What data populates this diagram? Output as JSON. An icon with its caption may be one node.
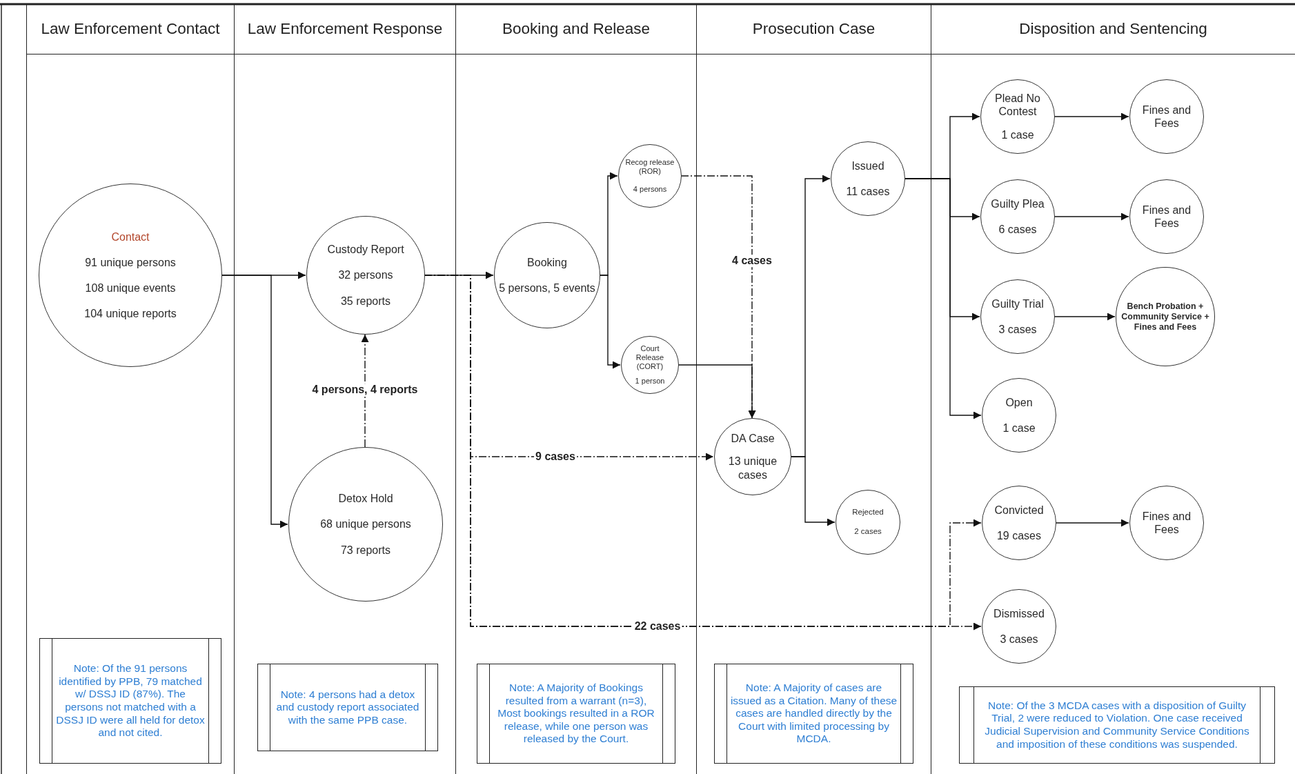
{
  "diagram": {
    "nodes": [
      {
        "text": [
          "Law Enforcement Contact"
        ]
      },
      {
        "text": [
          "Contact",
          "91 unique persons",
          "108 unique events",
          "104 unique reports"
        ],
        "in": 0
      },
      {
        "text": [
          "Note: Of the 91 persons identified by PPB, 79 matched w/ DSSJ ID (87%). The persons not matched with a DSSJ ID were all held for detox and not cited."
        ],
        "in": 0
      },
      {
        "text": [
          "Law Enforcement Response"
        ]
      },
      {
        "text": [
          "Custody Report",
          "32 persons",
          "35 reports"
        ],
        "in": 3
      },
      {
        "text": [
          "Detox Hold",
          "68 unique persons",
          "73 reports"
        ],
        "in": 3
      },
      {
        "text": [
          "Note: 4 persons had a detox and custody report associated with the same PPB case."
        ],
        "in": 3
      },
      {
        "text": [
          "Booking and Release"
        ]
      },
      {
        "text": [
          "Booking",
          "5 persons, 5 events"
        ],
        "in": 7
      },
      {
        "text": [
          "Recog release (ROR)",
          "4 persons"
        ],
        "in": 7
      },
      {
        "text": [
          "Court Release (CORT)",
          "1 person"
        ],
        "in": 7
      },
      {
        "text": [
          "Note: A Majority of Bookings resulted from a warrant (n=3), Most bookings resulted in a ROR release, while one person was released by the Court."
        ],
        "in": 7
      },
      {
        "text": [
          "Prosecution Case"
        ]
      },
      {
        "text": [
          "DA Case",
          "13 unique cases"
        ],
        "in": 12
      },
      {
        "text": [
          "Issued",
          "11 cases"
        ],
        "in": 12
      },
      {
        "text": [
          "Rejected",
          "2 cases"
        ],
        "in": 12
      },
      {
        "text": [
          "Note: A Majority of cases are issued as a Citation. Many of these cases are handled directly by the Court with limited processing by MCDA."
        ],
        "in": 12
      },
      {
        "text": [
          "Disposition and Sentencing"
        ]
      },
      {
        "text": [
          "Plead No Contest",
          "1 case"
        ],
        "in": 17
      },
      {
        "text": [
          "Guilty Plea",
          "6 cases"
        ],
        "in": 17
      },
      {
        "text": [
          "Guilty Trial",
          "3 cases"
        ],
        "in": 17
      },
      {
        "text": [
          "Open",
          "1 case"
        ],
        "in": 17
      },
      {
        "text": [
          "Convicted",
          "19 cases"
        ],
        "in": 17
      },
      {
        "text": [
          "Dismissed",
          "3 cases"
        ],
        "in": 17
      },
      {
        "text": [
          "Fines and Fees"
        ],
        "in": 17
      },
      {
        "text": [
          "Fines and Fees"
        ],
        "in": 17
      },
      {
        "text": [
          "Bench Probation + Community Service + Fines and Fees"
        ],
        "in": 17
      },
      {
        "text": [
          "Fines and Fees"
        ],
        "in": 17
      },
      {
        "text": [
          "Note: Of the 3 MCDA cases with a disposition of Guilty Trial, 2 were reduced to Violation. One case received Judicial Supervision and Community Service Conditions and imposition of these conditions was suspended."
        ],
        "in": 17
      }
    ],
    "edges": [
      {
        "from": 1,
        "to": 4,
        "arrow": "to"
      },
      {
        "from": 1,
        "to": 5,
        "arrow": "to"
      },
      {
        "from": 5,
        "to": 4,
        "arrow": "to",
        "label": "4 persons, 4 reports",
        "style": "dashed"
      },
      {
        "from": 4,
        "to": 8,
        "arrow": "to"
      },
      {
        "from": 4,
        "to": 13,
        "arrow": "to",
        "label": "9 cases",
        "style": "dashed"
      },
      {
        "from": 4,
        "to": 23,
        "arrow": "to",
        "label": "22 cases",
        "style": "dashed"
      },
      {
        "from": 4,
        "to": 22,
        "arrow": "to",
        "style": "dashed"
      },
      {
        "from": 8,
        "to": 9,
        "arrow": "to"
      },
      {
        "from": 8,
        "to": 10,
        "arrow": "to"
      },
      {
        "from": 9,
        "to": 13,
        "arrow": "to",
        "label": "4 cases",
        "style": "dashed"
      },
      {
        "from": 10,
        "to": 13,
        "arrow": "to"
      },
      {
        "from": 13,
        "to": 14,
        "arrow": "to"
      },
      {
        "from": 13,
        "to": 15,
        "arrow": "to"
      },
      {
        "from": 14,
        "to": 18,
        "arrow": "to"
      },
      {
        "from": 14,
        "to": 19,
        "arrow": "to"
      },
      {
        "from": 14,
        "to": 20,
        "arrow": "to"
      },
      {
        "from": 14,
        "to": 21,
        "arrow": "to"
      },
      {
        "from": 18,
        "to": 24,
        "arrow": "to"
      },
      {
        "from": 19,
        "to": 25,
        "arrow": "to"
      },
      {
        "from": 20,
        "to": 26,
        "arrow": "to"
      },
      {
        "from": 22,
        "to": 27,
        "arrow": "to"
      }
    ]
  }
}
